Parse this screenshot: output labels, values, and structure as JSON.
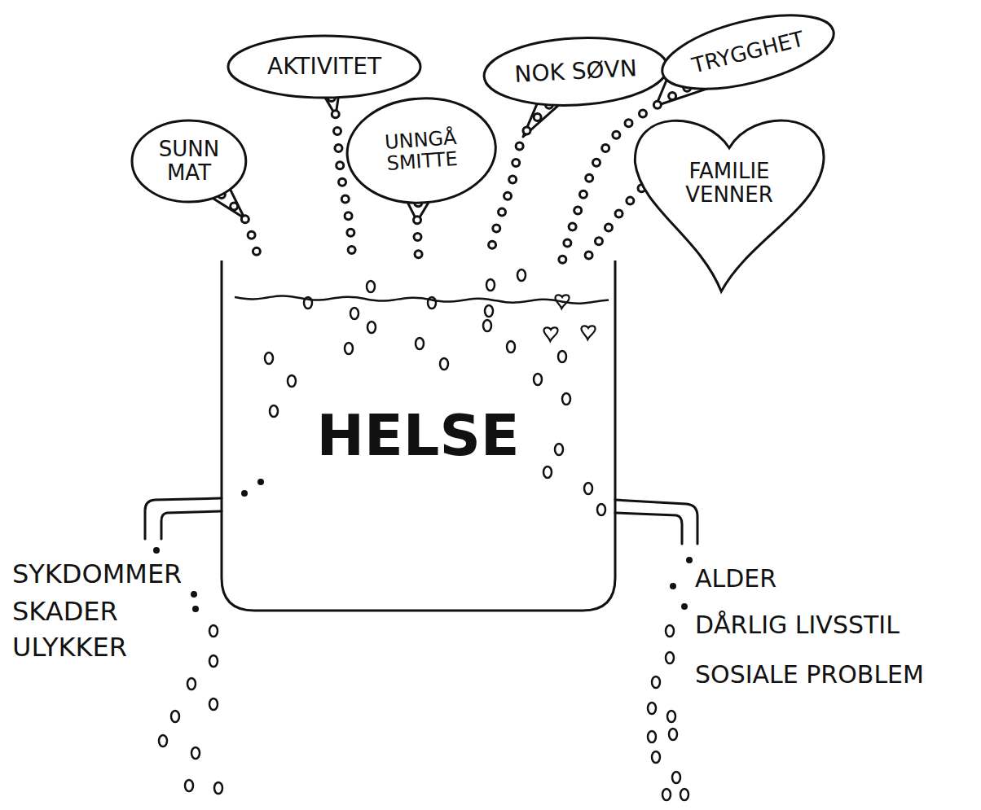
{
  "diagram": {
    "nodes": [
      {
        "text": [
          "SUNN MAT"
        ]
      },
      {
        "text": [
          "AKTIVITET"
        ]
      },
      {
        "text": [
          "UNNGÅ SMITTE"
        ]
      },
      {
        "text": [
          "NOK SØVN"
        ]
      },
      {
        "text": [
          "TRYGGHET"
        ]
      },
      {
        "text": [
          "FAMILIE VENNER"
        ]
      },
      {
        "text": [
          "HELSE"
        ]
      }
    ],
    "edges": [
      {
        "from": 0,
        "to": 6,
        "arrow": "none"
      },
      {
        "from": 1,
        "to": 6,
        "arrow": "none"
      },
      {
        "from": 2,
        "to": 6,
        "arrow": "none"
      },
      {
        "from": 3,
        "to": 6,
        "arrow": "none"
      },
      {
        "from": 4,
        "to": 6,
        "arrow": "none"
      },
      {
        "from": 5,
        "to": 6,
        "arrow": "none"
      }
    ],
    "labels": [
      "SYKDOMMER",
      "SKADER",
      "ULYKKER",
      "ALDER",
      "DÅRLIG LIVSSTIL",
      "SOSIALE PROBLEM"
    ]
  }
}
